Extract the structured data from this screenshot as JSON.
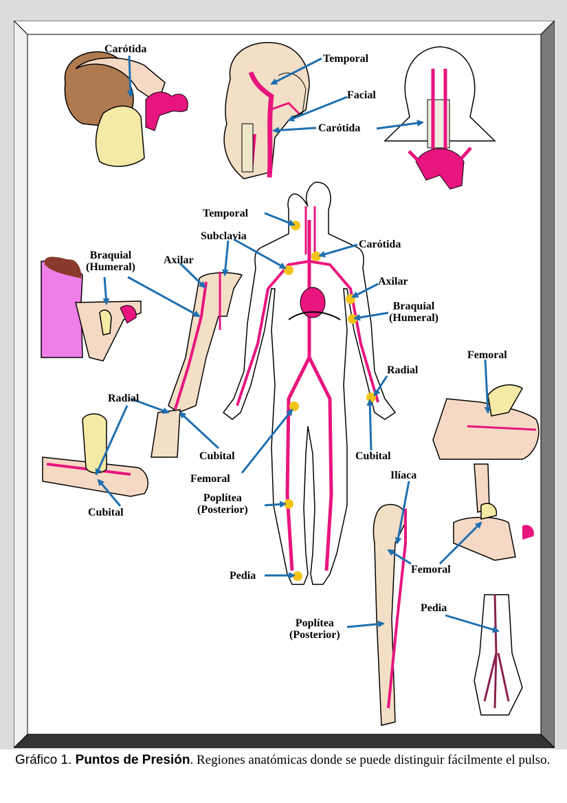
{
  "labels": {
    "carotida_neck": "Carótida",
    "temporal_head": "Temporal",
    "facial": "Facial",
    "carotida_head": "Carótida",
    "temporal_body": "Temporal",
    "subclavia": "Subclavia",
    "carotida_body": "Carótida",
    "braquial_left": "Braquial\n(Humeral)",
    "axilar_left": "Axilar",
    "axilar_right": "Axilar",
    "braquial_right": "Braquial\n(Humeral)",
    "femoral_top": "Femoral",
    "radial_left": "Radial",
    "radial_right": "Radial",
    "cubital_mid": "Cubital",
    "cubital_right": "Cubital",
    "cubital_left": "Cubital",
    "femoral_body": "Femoral",
    "iliaca": "Ilíaca",
    "poplitea_body": "Poplítea\n(Posterior)",
    "femoral_right": "Femoral",
    "pedia_body": "Pedia",
    "pedia_right": "Pedia",
    "poplitea_leg": "Poplítea\n(Posterior)"
  },
  "caption": {
    "prefix": "Gráfico 1. ",
    "title": "Puntos de Presión",
    "text": ".  Regiones anatómicas donde se puede distinguir fácilmente el pulso."
  },
  "colors": {
    "artery": "#e8157f",
    "arrow": "#1e6fb0",
    "pulse_point": "#f2c418",
    "frame_bg": "#dcdcdc",
    "skin": "#f5d9c4",
    "glove": "#f4eaa6",
    "shirt": "#f07ee8",
    "hair": "#8a3a2a"
  }
}
